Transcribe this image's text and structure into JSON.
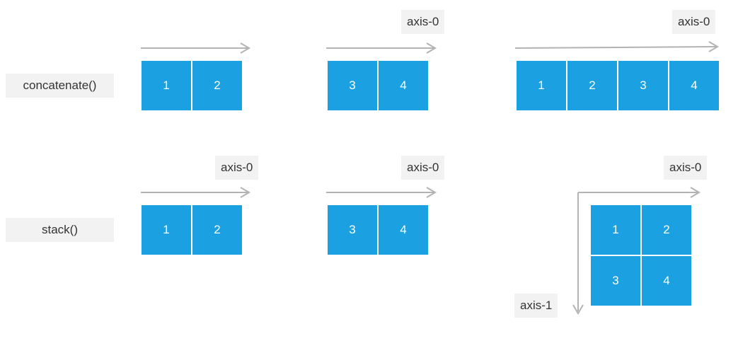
{
  "operations": {
    "concatenate": "concatenate()",
    "stack": "stack()"
  },
  "axis_labels": {
    "concat_b": "axis-0",
    "concat_result": "axis-0",
    "stack_a": "axis-0",
    "stack_b": "axis-0",
    "stack_result_h": "axis-0",
    "stack_result_v": "axis-1"
  },
  "arrays": {
    "concat_a": [
      "1",
      "2"
    ],
    "concat_b": [
      "3",
      "4"
    ],
    "concat_result": [
      "1",
      "2",
      "3",
      "4"
    ],
    "stack_a": [
      "1",
      "2"
    ],
    "stack_b": [
      "3",
      "4"
    ],
    "stack_result": [
      [
        "1",
        "2"
      ],
      [
        "3",
        "4"
      ]
    ]
  },
  "colors": {
    "cell": "#1ba1e2",
    "arrow": "#b3b3b3",
    "label_bg": "#f2f2f2"
  }
}
